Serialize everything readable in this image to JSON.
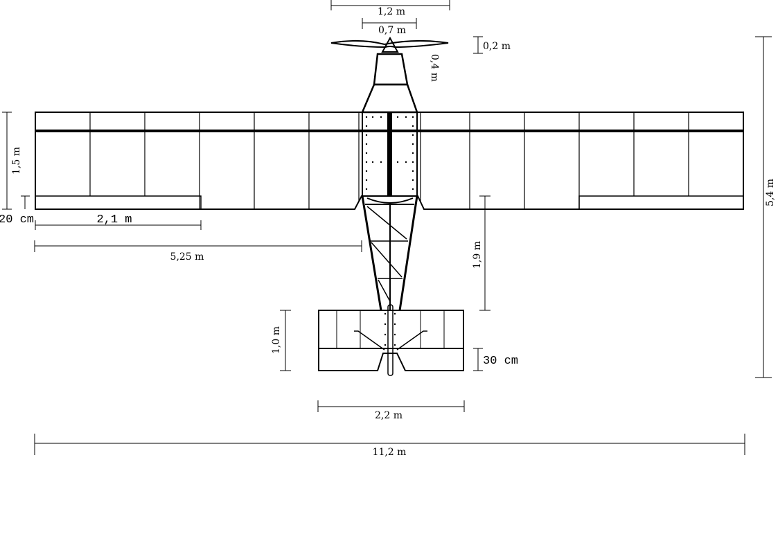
{
  "dimensions": {
    "prop_span": "1,2 m",
    "hub_width": "0,7 m",
    "prop_offset": "0,2 m",
    "cowl_length": "0,4 m",
    "wing_chord": "1,5 m",
    "aileron_chord": "20 cm",
    "aileron_span": "2,1 m",
    "half_span": "5,25 m",
    "tail_boom": "1,9 m",
    "stab_chord": "1,0 m",
    "elevator_chord": "30 cm",
    "stab_span": "2,2 m",
    "wingspan": "11,2 m",
    "overall_length": "5,4 m"
  }
}
